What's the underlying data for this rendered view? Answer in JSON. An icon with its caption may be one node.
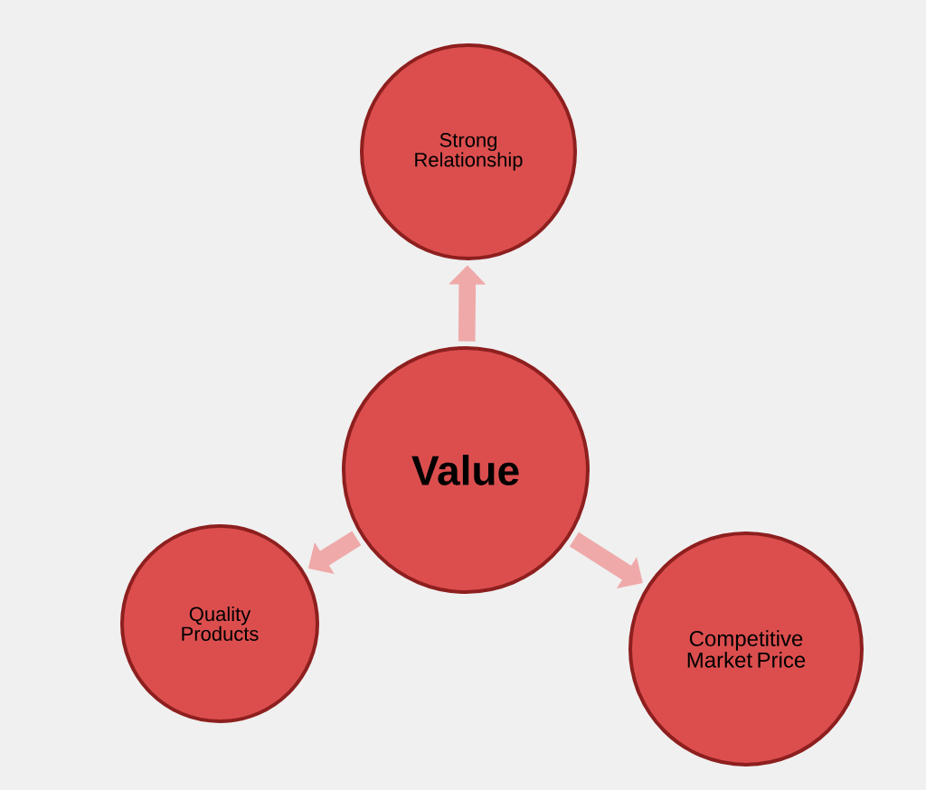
{
  "diagram": {
    "nodes": [
      {
        "text": [
          "Strong Relationship"
        ]
      },
      {
        "text": [
          "Value"
        ]
      },
      {
        "text": [
          "Quality Products"
        ]
      },
      {
        "text": [
          "Competitive Market Price"
        ]
      }
    ],
    "edges": [
      {
        "from": 1,
        "to": 0,
        "arrow": "to"
      },
      {
        "from": 1,
        "to": 2,
        "arrow": "to"
      },
      {
        "from": 1,
        "to": 3,
        "arrow": "to"
      }
    ]
  }
}
